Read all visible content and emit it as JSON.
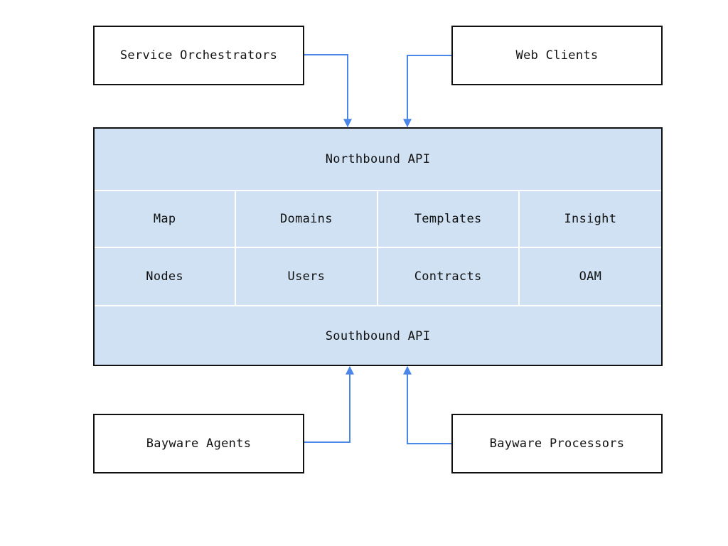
{
  "clients": {
    "top_left": "Service Orchestrators",
    "top_right": "Web Clients",
    "bottom_left": "Bayware Agents",
    "bottom_right": "Bayware Processors"
  },
  "core": {
    "north": "Northbound API",
    "south": "Southbound API",
    "modules_row1": [
      "Map",
      "Domains",
      "Templates",
      "Insight"
    ],
    "modules_row2": [
      "Nodes",
      "Users",
      "Contracts",
      "OAM"
    ]
  },
  "colors": {
    "core_fill": "#cfe1f2",
    "arrow": "#4a86e8",
    "border": "#111111"
  }
}
